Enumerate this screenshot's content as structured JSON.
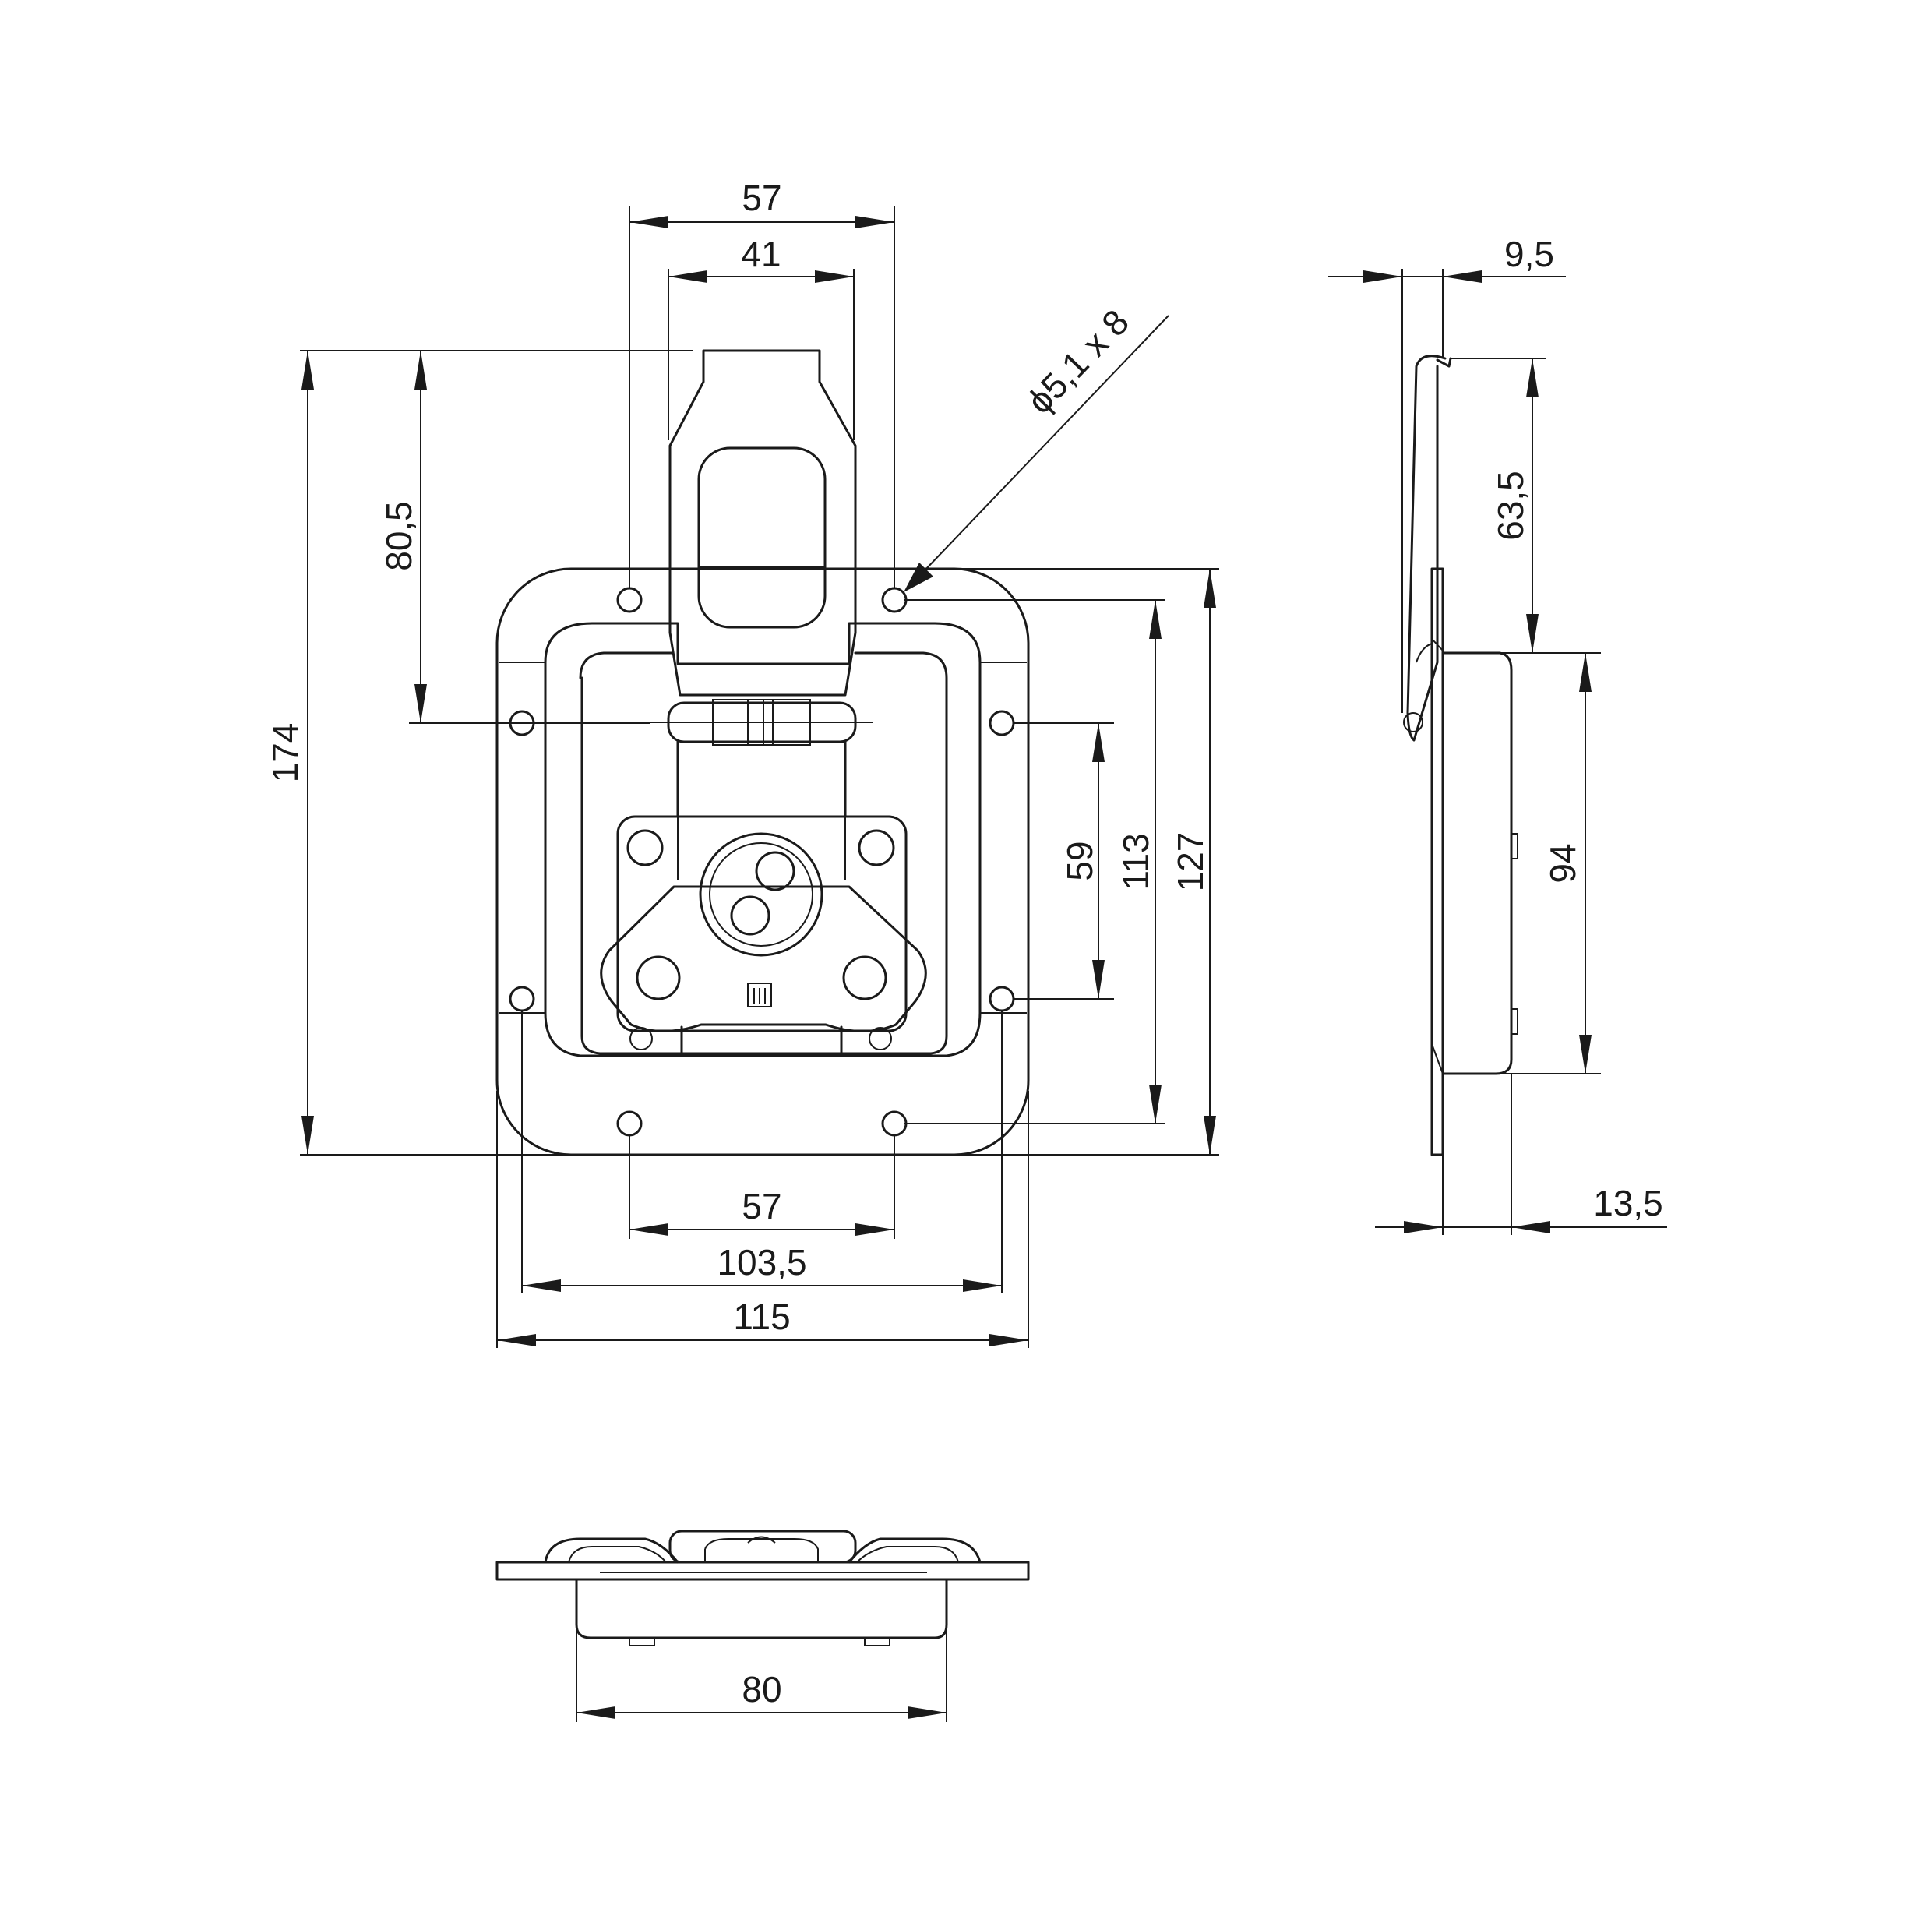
{
  "dimensions": {
    "top_width_outer": "57",
    "top_width_inner": "41",
    "hole_spec": "ϕ5,1 x 8",
    "total_height": "174",
    "handle_height": "80,5",
    "hole_spacing_vertical": "59",
    "hole_height_outer": "113",
    "plate_height": "127",
    "bottom_hole_spacing": "57",
    "side_hole_spacing": "103,5",
    "plate_width": "115",
    "side_thickness": "9,5",
    "side_handle_height": "63,5",
    "side_tray_height": "94",
    "side_depth": "13,5",
    "tray_width": "80"
  },
  "colors": {
    "line": "#1a1a1a",
    "background": "#ffffff"
  }
}
